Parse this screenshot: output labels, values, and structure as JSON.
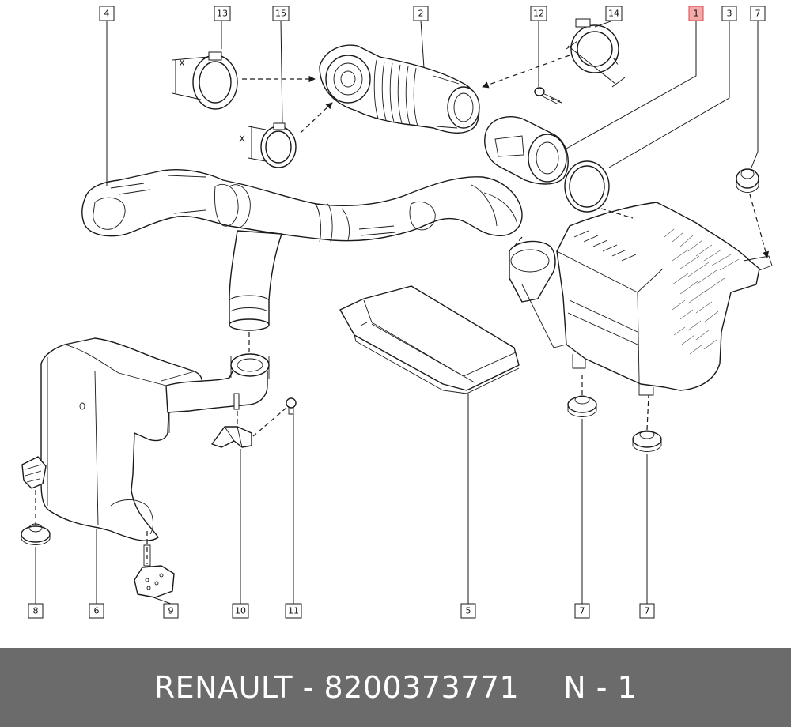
{
  "footer": {
    "brand": "RENAULT",
    "separator": "-",
    "part_number": "8200373771",
    "quantity": "N - 1"
  },
  "callouts": {
    "c1": "1",
    "c2": "2",
    "c3": "3",
    "c4": "4",
    "c5": "5",
    "c6": "6",
    "c7a": "7",
    "c7b": "7",
    "c7c": "7",
    "c8": "8",
    "c9": "9",
    "c10": "10",
    "c11": "11",
    "c12": "12",
    "c13": "13",
    "c14": "14",
    "c15": "15"
  },
  "dimension_marks": {
    "d13": "X",
    "d14": "X",
    "d15": "X"
  },
  "highlight_color": "#f7a8a8"
}
